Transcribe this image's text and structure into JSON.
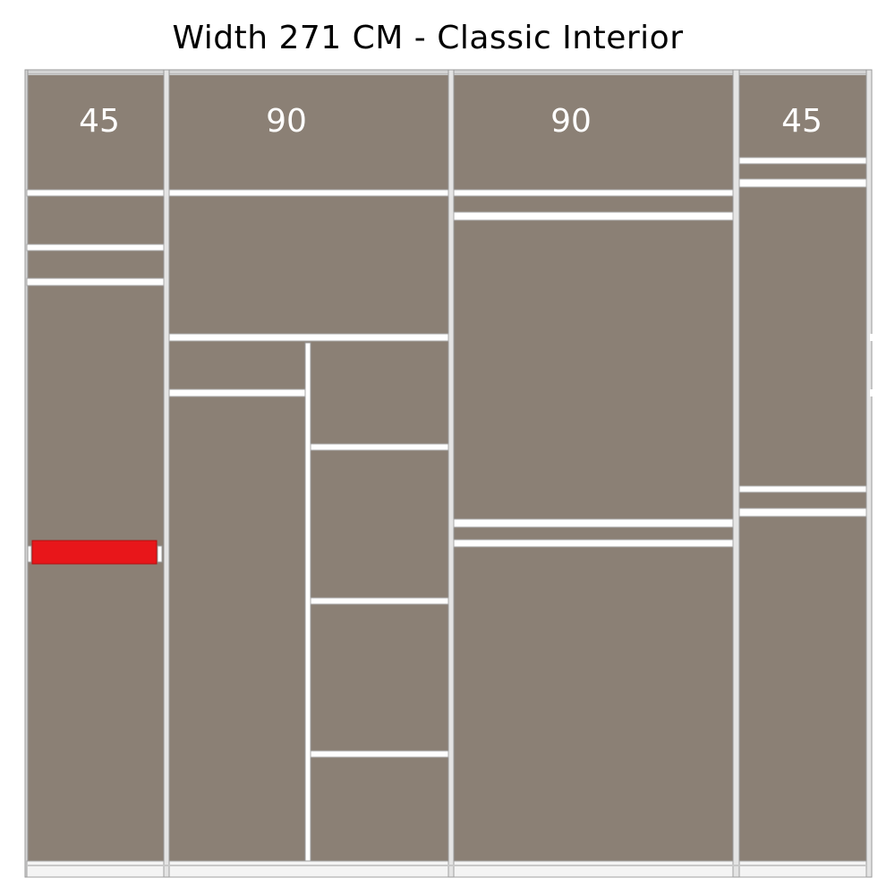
{
  "title": "Width 271 CM - Classic Interior",
  "colors": {
    "panel": "#8b8075",
    "shelf": "#ffffff",
    "frame": "#d4d4d4",
    "outline": "#9a9a9a",
    "highlight": "#e8161a"
  },
  "sections": [
    {
      "width_label": "45"
    },
    {
      "width_label": "90"
    },
    {
      "width_label": "90"
    },
    {
      "width_label": "45"
    }
  ]
}
